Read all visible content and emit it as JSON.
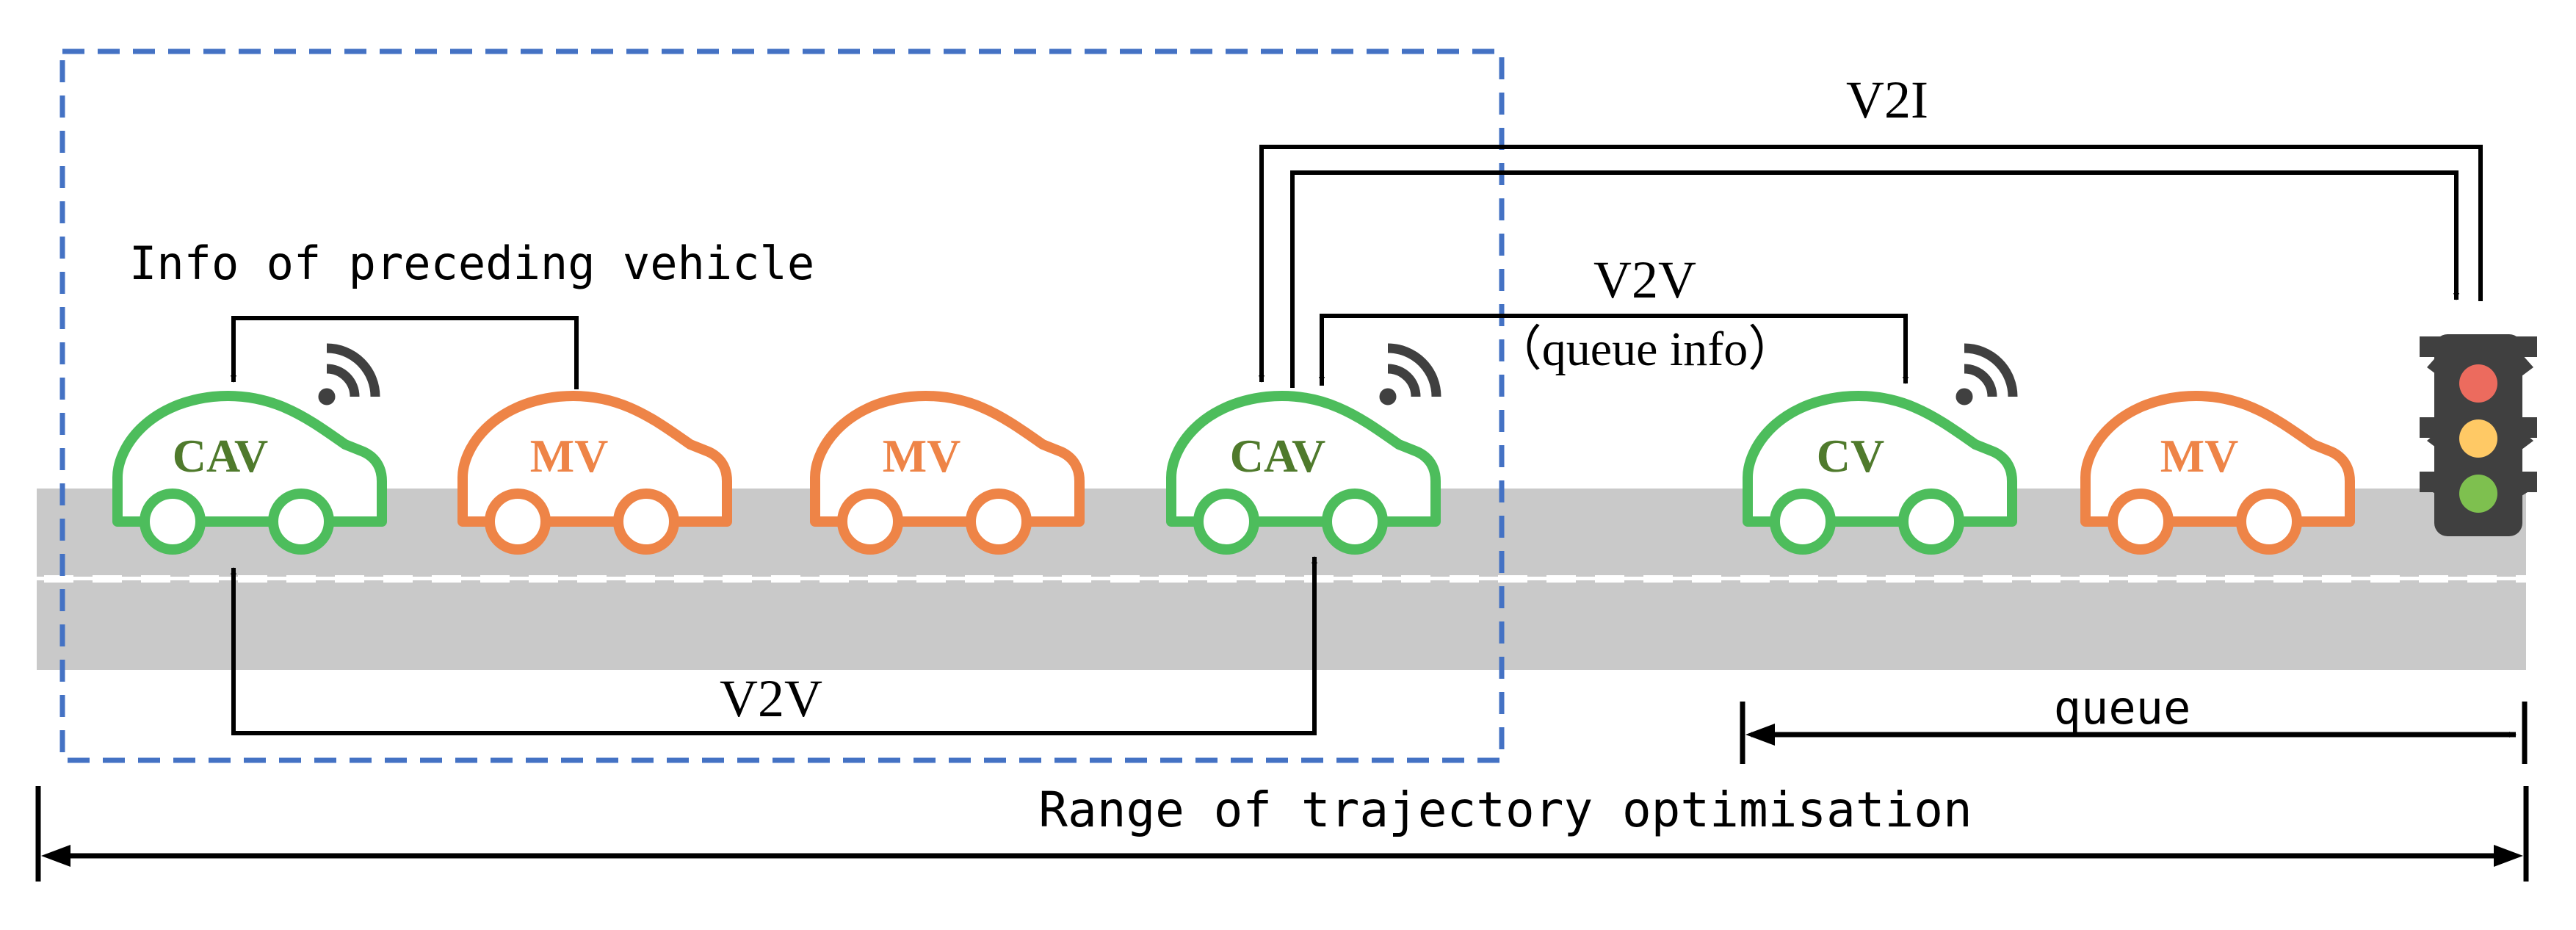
{
  "labels": {
    "info_preceding": "Info of preceding vehicle",
    "v2i": "V2I",
    "v2v_top": "V2V",
    "queue_info": "（queue info）",
    "v2v_bottom": "V2V",
    "queue": "queue",
    "range": "Range of trajectory optimisation"
  },
  "vehicles": [
    {
      "label": "CAV",
      "type": "CAV",
      "wireless": true
    },
    {
      "label": "MV",
      "type": "MV",
      "wireless": false
    },
    {
      "label": "MV",
      "type": "MV",
      "wireless": false
    },
    {
      "label": "CAV",
      "type": "CAV",
      "wireless": true
    },
    {
      "label": "CV",
      "type": "CV",
      "wireless": true
    },
    {
      "label": "MV",
      "type": "MV",
      "wireless": false
    }
  ],
  "colors": {
    "connected_vehicle": "#4dbd5c",
    "connected_label": "#4f7a2c",
    "manual_vehicle": "#ee8447",
    "road": "#c9c9c9",
    "lane_marking": "#ffffff",
    "control_region": "#4472c4",
    "traffic_light_body": "#404040",
    "light_red": "#ec6b5e",
    "light_yellow": "#ffc965",
    "light_green": "#7ec04f",
    "wireless_icon": "#404040"
  }
}
